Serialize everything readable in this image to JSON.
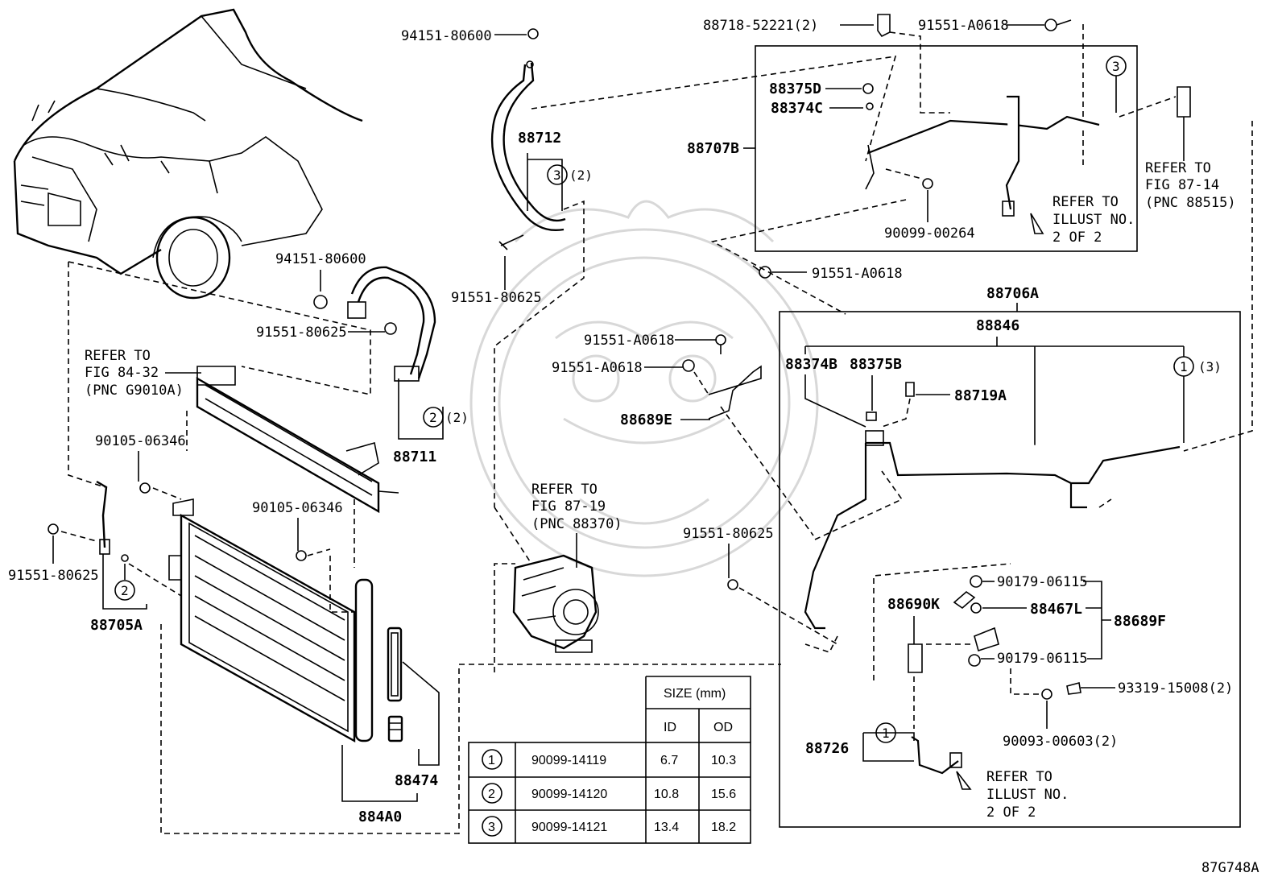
{
  "diagram_id": "87G748A",
  "labels": {
    "p94151_top": "94151-80600",
    "p88712": "88712",
    "c3_88712": "3",
    "q2_88712": "(2)",
    "p91551_80625_a": "91551-80625",
    "p94151_mid": "94151-80600",
    "p91551_80625_b": "91551-80625",
    "p88711": "88711",
    "c2_88711": "2",
    "q2_88711": "(2)",
    "refer1_l1": "REFER TO",
    "refer1_l2": "FIG 84-32",
    "refer1_l3": "(PNC G9010A)",
    "p90105_a": "90105-06346",
    "p90105_b": "90105-06346",
    "p91551_80625_c": "91551-80625",
    "c2_88705": "2",
    "p88705A": "88705A",
    "p88474": "88474",
    "p884A0": "884A0",
    "p88718": "88718-52221(2)",
    "p91551_A0618_top": "91551-A0618",
    "p88375D": "88375D",
    "p88374C": "88374C",
    "p88707B": "88707B",
    "c3_box": "3",
    "p90099_00264": "90099-00264",
    "refer2_l1": "REFER TO",
    "refer2_l2": "ILLUST NO.",
    "refer2_l3": "2 OF 2",
    "refer3_l1": "REFER TO",
    "refer3_l2": "FIG 87-14",
    "refer3_l3": "(PNC 88515)",
    "p91551_A0618_mid": "91551-A0618",
    "p88706A": "88706A",
    "p88846": "88846",
    "p88374B": "88374B",
    "p88375B": "88375B",
    "p88719A": "88719A",
    "c1_88846": "1",
    "q3_88846": "(3)",
    "p91551_A0618_a": "91551-A0618",
    "p91551_A0618_b": "91551-A0618",
    "p88689E": "88689E",
    "refer4_l1": "REFER TO",
    "refer4_l2": "FIG 87-19",
    "refer4_l3": "(PNC 88370)",
    "p91551_80625_d": "91551-80625",
    "p90179_a": "90179-06115",
    "p88690K": "88690K",
    "p88467L": "88467L",
    "p88689F": "88689F",
    "p90179_b": "90179-06115",
    "p93319": "93319-15008(2)",
    "p90093": "90093-00603(2)",
    "p88726": "88726",
    "c1_88726": "1",
    "refer5_l1": "REFER TO",
    "refer5_l2": "ILLUST NO.",
    "refer5_l3": "2 OF 2"
  },
  "size_table": {
    "header_size": "SIZE (mm)",
    "header_id": "ID",
    "header_od": "OD",
    "rows": [
      {
        "mark": "1",
        "part": "90099-14119",
        "id": "6.7",
        "od": "10.3"
      },
      {
        "mark": "2",
        "part": "90099-14120",
        "id": "10.8",
        "od": "15.6"
      },
      {
        "mark": "3",
        "part": "90099-14121",
        "id": "13.4",
        "od": "18.2"
      }
    ]
  }
}
